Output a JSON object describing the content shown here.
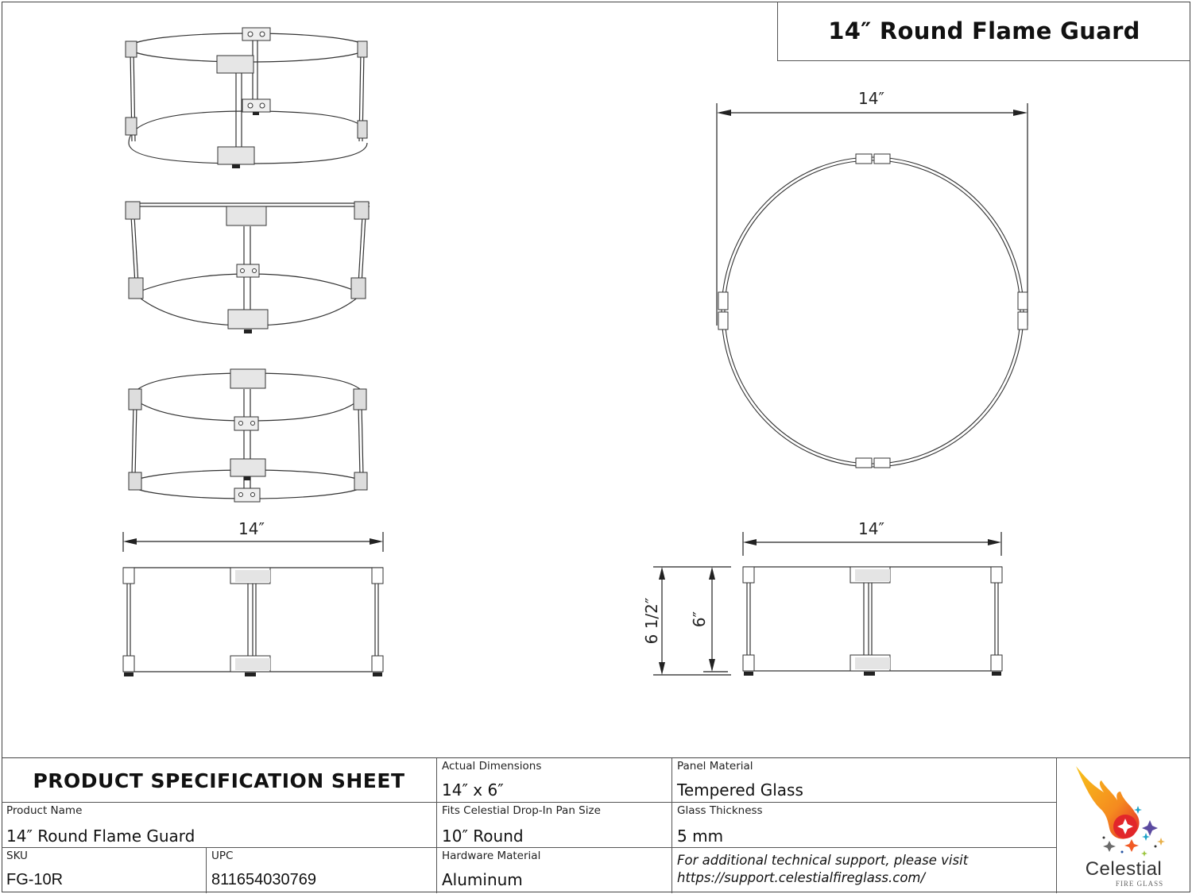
{
  "title": "14″ Round Flame Guard",
  "drawings": {
    "side_view_left": {
      "width_dim": "14″"
    },
    "top_view": {
      "diameter_dim": "14″"
    },
    "side_view_right": {
      "width_dim": "14″",
      "overall_height_dim": "6 1/2″",
      "glass_height_dim": "6″"
    },
    "isometric_views": [
      "view-1",
      "view-2",
      "view-3"
    ]
  },
  "spec_sheet": {
    "heading": "PRODUCT SPECIFICATION SHEET",
    "product_name": {
      "label": "Product Name",
      "value": "14″ Round Flame Guard"
    },
    "sku": {
      "label": "SKU",
      "value": "FG-10R"
    },
    "upc": {
      "label": "UPC",
      "value": "811654030769"
    },
    "actual_dimensions": {
      "label": "Actual Dimensions",
      "value": "14″ x 6″"
    },
    "pan_size": {
      "label": "Fits Celestial Drop-In Pan Size",
      "value": "10″ Round"
    },
    "hardware_material": {
      "label": "Hardware Material",
      "value": "Aluminum"
    },
    "panel_material": {
      "label": "Panel Material",
      "value": "Tempered Glass"
    },
    "glass_thickness": {
      "label": "Glass Thickness",
      "value": "5 mm"
    },
    "support_note": {
      "line1": "For additional technical support, please visit",
      "line2": "https://support.celestialfireglass.com/"
    }
  },
  "logo": {
    "brand": "Celestial",
    "tagline": "FIRE GLASS",
    "colors": {
      "flame_start": "#f7c21a",
      "flame_mid": "#f58a1f",
      "flame_end": "#e2262a",
      "star_purple": "#5b4aa0",
      "star_teal": "#1fa3c8",
      "star_orange": "#f15a24",
      "star_gray": "#6b6b6b",
      "star_gold": "#e8b04a",
      "star_green": "#9bc53d"
    }
  }
}
